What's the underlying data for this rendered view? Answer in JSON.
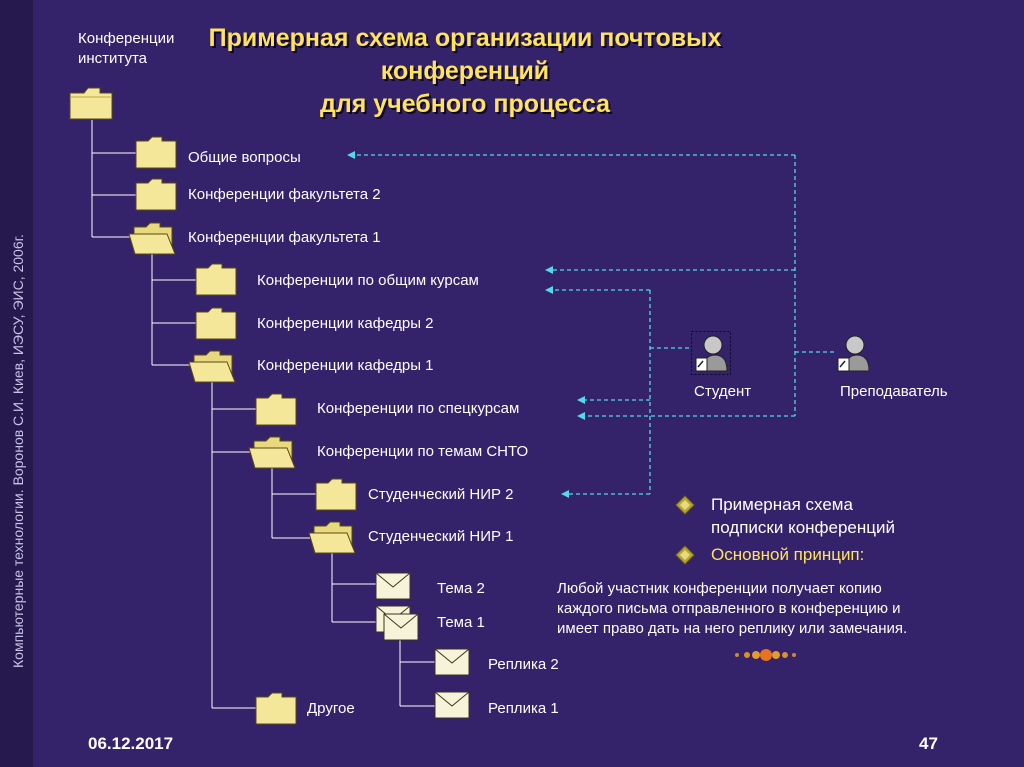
{
  "title": {
    "line1": "Примерная схема организации почтовых",
    "line2": "конференций",
    "line3": "для учебного процесса"
  },
  "side_text": "Компьютерные технологии.  Воронов С.И.  Киев, ИЭСУ, ЭИС,  2006г.",
  "root": {
    "line1": "Конференции",
    "line2": "института"
  },
  "nodes": {
    "general_questions": "Общие вопросы",
    "faculty_conf_2": "Конференции факультета 2",
    "faculty_conf_1": "Конференции факультета 1",
    "general_courses": "Конференции по общим курсам",
    "department_2": "Конференции кафедры 2",
    "department_1": "Конференции кафедры 1",
    "special_courses": "Конференции по спецкурсам",
    "snto_topics": "Конференции по темам СНТО",
    "student_research_2": "Студенческий НИР 2",
    "student_research_1": "Студенческий НИР 1",
    "topic_2": "Тема 2",
    "topic_1": "Тема 1",
    "reply_2": "Реплика 2",
    "reply_1": "Реплика 1",
    "other": "Другое"
  },
  "actors": {
    "student": "Студент",
    "teacher": "Преподаватель"
  },
  "info": {
    "bullet1_line1": "Примерная схема",
    "bullet1_line2": "подписки конференций",
    "bullet2": "Основной принцип:",
    "principle_line1": "Любой участник конференции получает копию",
    "principle_line2": "каждого письма отправленного в конференцию и",
    "principle_line3": "имеет право дать на него реплику или замечания."
  },
  "footer": {
    "date": "06.12.2017",
    "page": "47"
  },
  "colors": {
    "background": "#34226a",
    "title": "#ffe35a",
    "accent_text": "#ffe35a",
    "folder": "#f5e79a",
    "arrows": "#55d8e8"
  }
}
